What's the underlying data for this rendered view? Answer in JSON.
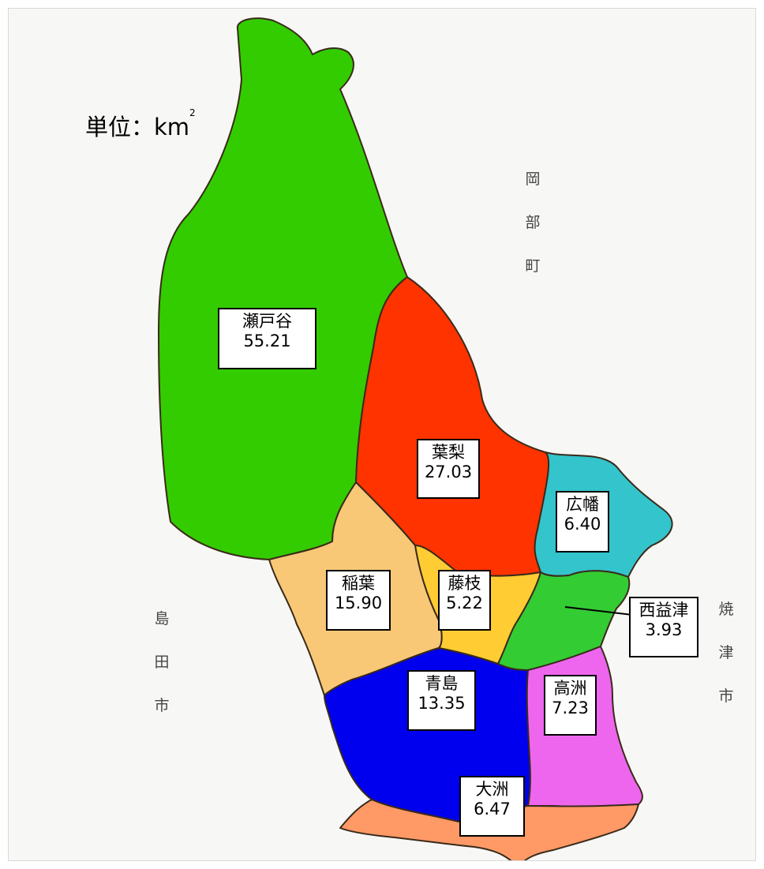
{
  "unit": {
    "prefix": "単位：km",
    "sup": "2"
  },
  "neighbors": {
    "okabe": [
      "岡",
      "部",
      "町"
    ],
    "shimada": [
      "島",
      "田",
      "市"
    ],
    "yaizu": [
      "焼",
      "津",
      "市"
    ]
  },
  "regions": [
    {
      "name": "瀬戸谷",
      "area": "55.21",
      "color": "#33cc00"
    },
    {
      "name": "葉梨",
      "area": "27.03",
      "color": "#ff3300"
    },
    {
      "name": "広幡",
      "area": "6.40",
      "color": "#33c4cc"
    },
    {
      "name": "稲葉",
      "area": "15.90",
      "color": "#f8c877"
    },
    {
      "name": "藤枝",
      "area": "5.22",
      "color": "#ffcc33"
    },
    {
      "name": "西益津",
      "area": "3.93",
      "color": "#33cc33"
    },
    {
      "name": "青島",
      "area": "13.35",
      "color": "#0000ee"
    },
    {
      "name": "高洲",
      "area": "7.23",
      "color": "#ee66ee"
    },
    {
      "name": "大洲",
      "area": "6.47",
      "color": "#ff9966"
    }
  ]
}
